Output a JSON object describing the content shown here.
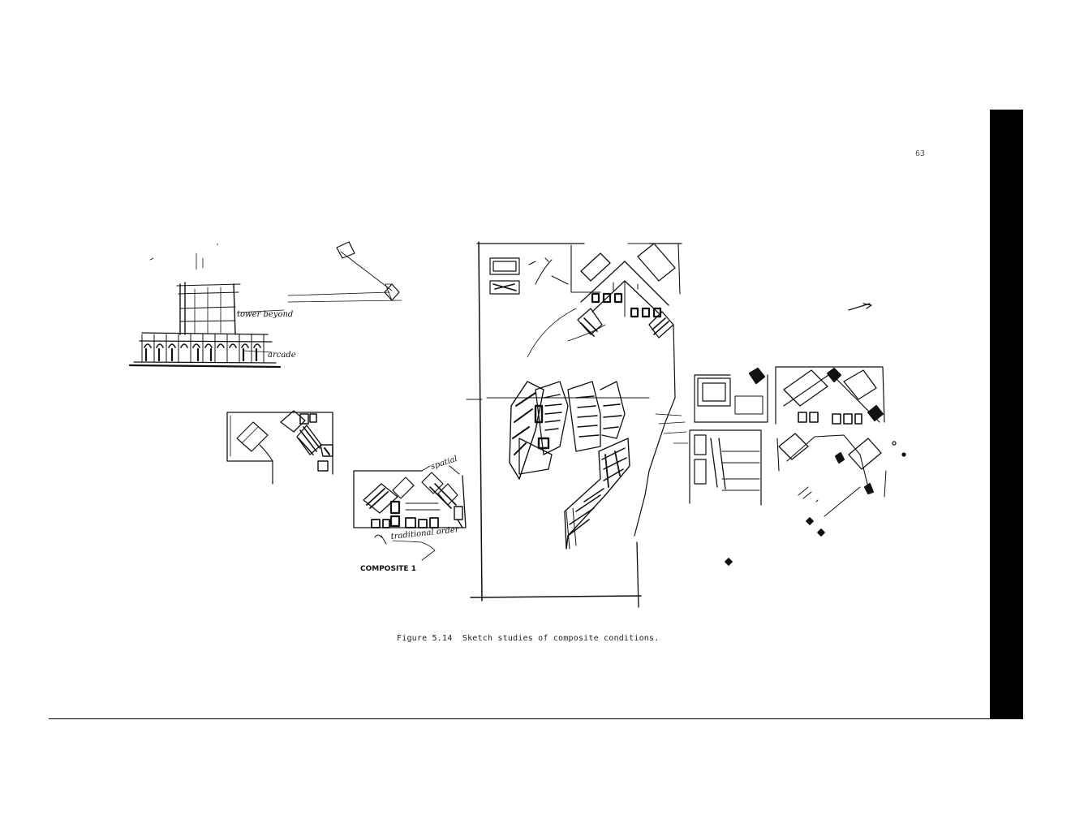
{
  "page": {
    "number": "63"
  },
  "figure": {
    "caption": "Figure 5.14  Sketch studies of composite conditions.",
    "annotations": {
      "tower_beyond": "tower beyond",
      "arcade": "arcade",
      "spatial": "spatial",
      "traditional_order": "traditional order",
      "composite": "COMPOSITE 1"
    }
  }
}
